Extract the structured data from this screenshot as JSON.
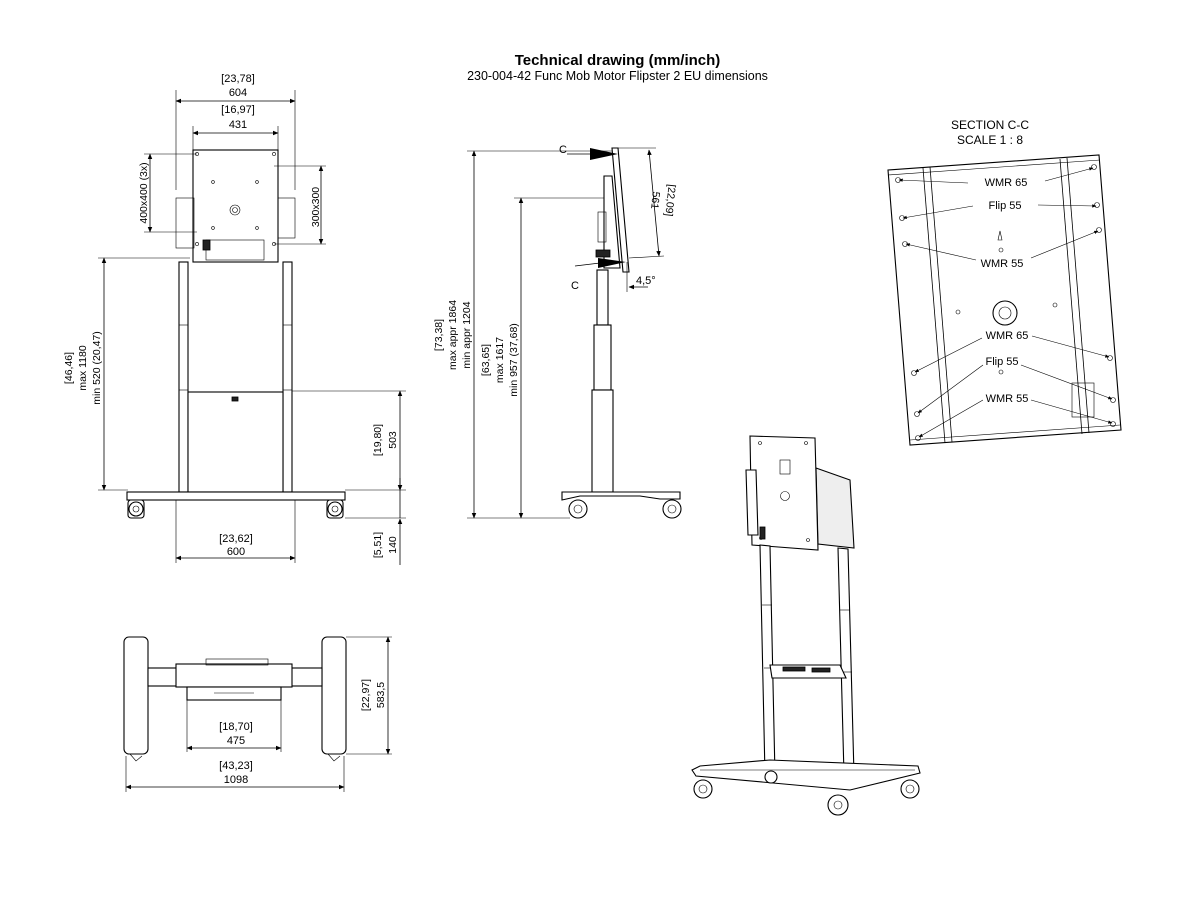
{
  "title": "Technical drawing (mm/inch)",
  "subtitle": "230-004-42 Func Mob Motor Flipster 2 EU dimensions",
  "section": {
    "name": "SECTION C-C",
    "scale": "SCALE 1 : 8"
  },
  "front_view": {
    "overall_width": {
      "inch": "[23,78]",
      "mm": "604"
    },
    "plate_width": {
      "inch": "[16,97]",
      "mm": "431"
    },
    "vesa_left": "400x400 (3x)",
    "vesa_right": "300x300",
    "height": {
      "inch": "[46,46]",
      "max": "max  1180",
      "min": "min 520 (20,47)"
    },
    "shelf": {
      "inch": "[19,80]",
      "mm": "503"
    },
    "base_width": {
      "inch": "[23,62]",
      "mm": "600"
    },
    "base_height": {
      "inch": "[5,51]",
      "mm": "140"
    }
  },
  "side_view": {
    "marker_top": "C",
    "marker_bottom": "C",
    "panel": {
      "inch": "[22,09]",
      "mm": "561"
    },
    "tilt": "4,5°",
    "total": {
      "inch": "[73,38]",
      "max": "max appr  1864",
      "min": "min appr 1204"
    },
    "column": {
      "inch": "[63,65]",
      "max": "max  1617",
      "min": "min 957 (37,68)"
    }
  },
  "top_view": {
    "inner": {
      "inch": "[18,70]",
      "mm": "475"
    },
    "outer": {
      "inch": "[43,23]",
      "mm": "1098"
    },
    "depth": {
      "inch": "[22,97]",
      "mm": "583,5"
    }
  },
  "section_labels": [
    "WMR 65",
    "Flip 55",
    "WMR 55",
    "WMR 65",
    "Flip 55",
    "WMR 55"
  ],
  "colors": {
    "line": "#000000",
    "background": "#ffffff",
    "fill": "#eeeeee"
  }
}
